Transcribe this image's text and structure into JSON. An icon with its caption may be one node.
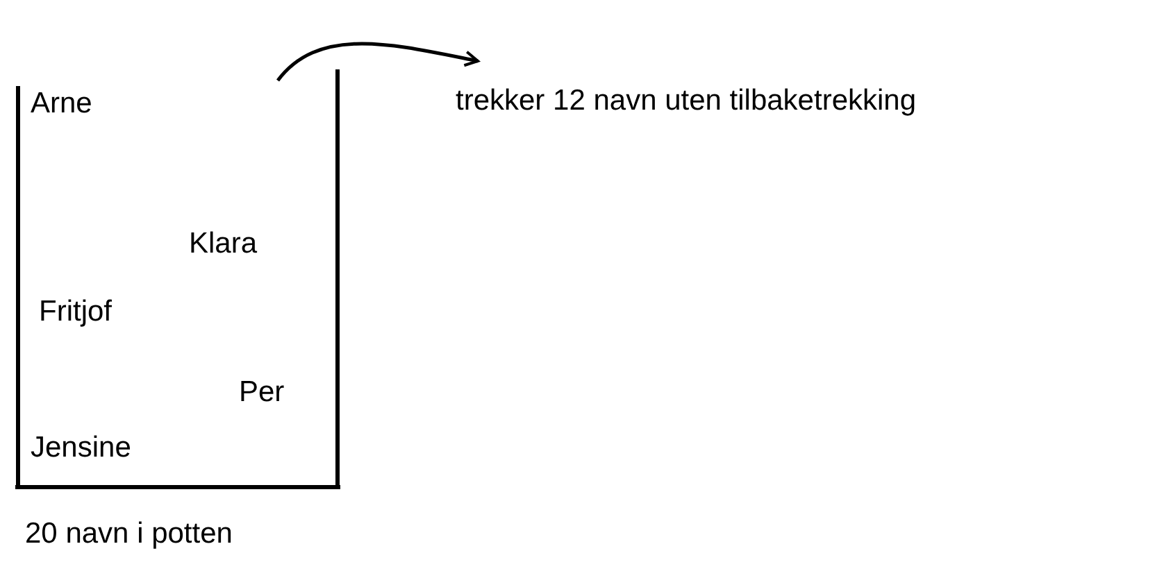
{
  "diagram": {
    "nodes": [
      {
        "text": [],
        "shape": "box",
        "beside": [
          "20 navn i potten"
        ]
      },
      {
        "text": [
          "trekker 12 navn uten tilbaketrekking"
        ]
      }
    ],
    "edges": [
      {
        "from": 0,
        "to": 1,
        "arrow": "to"
      }
    ],
    "labels": [
      "Arne",
      "Klara",
      "Fritjof",
      "Per",
      "Jensine"
    ]
  }
}
